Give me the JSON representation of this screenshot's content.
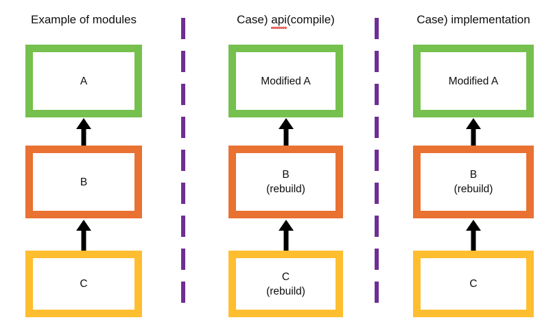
{
  "diagram": {
    "title_font_color": "#0d0d0d",
    "background": "#ffffff",
    "palette": {
      "green": "#76c04e",
      "orange": "#e97132",
      "amber": "#ffbe30",
      "divider_purple": "#6f2f92",
      "arrow_black": "#000000",
      "spellcheck_red": "#e03a2f"
    },
    "columns": [
      {
        "id": "example-of-modules",
        "title": "Example of modules",
        "title_has_spellcheck": false,
        "nodes": [
          {
            "id": "a",
            "label": "A",
            "color_name": "green",
            "color": "#76c04e"
          },
          {
            "id": "b",
            "label": "B",
            "color_name": "orange",
            "color": "#e97132"
          },
          {
            "id": "c",
            "label": "C",
            "color_name": "amber",
            "color": "#ffbe30"
          }
        ],
        "arrows": [
          {
            "id": "c-to-b",
            "from": "C",
            "to": "B",
            "direction": "up"
          },
          {
            "id": "b-to-a",
            "from": "B",
            "to": "A",
            "direction": "up"
          }
        ]
      },
      {
        "id": "case-api-compile",
        "title": "Case) api(compile)",
        "title_prefix": "Case) ",
        "title_misspelled_word": "api",
        "title_suffix": "(compile)",
        "title_has_spellcheck": true,
        "nodes": [
          {
            "id": "a",
            "label": "Modified A",
            "color_name": "green",
            "color": "#76c04e"
          },
          {
            "id": "b",
            "label": "B\n(rebuild)",
            "color_name": "orange",
            "color": "#e97132"
          },
          {
            "id": "c",
            "label": "C\n(rebuild)",
            "color_name": "amber",
            "color": "#ffbe30"
          }
        ],
        "arrows": [
          {
            "id": "c-to-b",
            "from": "C",
            "to": "B",
            "direction": "up"
          },
          {
            "id": "b-to-a",
            "from": "B",
            "to": "A",
            "direction": "up"
          }
        ]
      },
      {
        "id": "case-implementation",
        "title": "Case) implementation",
        "title_has_spellcheck": false,
        "nodes": [
          {
            "id": "a",
            "label": "Modified A",
            "color_name": "green",
            "color": "#76c04e"
          },
          {
            "id": "b",
            "label": "B\n(rebuild)",
            "color_name": "orange",
            "color": "#e97132"
          },
          {
            "id": "c",
            "label": "C",
            "color_name": "amber",
            "color": "#ffbe30"
          }
        ],
        "arrows": [
          {
            "id": "c-to-b",
            "from": "C",
            "to": "B",
            "direction": "up"
          },
          {
            "id": "b-to-a",
            "from": "B",
            "to": "A",
            "direction": "up"
          }
        ]
      }
    ],
    "dividers": [
      {
        "id": "divider-1",
        "style": "dashed",
        "orientation": "vertical",
        "color": "#6f2f92"
      },
      {
        "id": "divider-2",
        "style": "dashed",
        "orientation": "vertical",
        "color": "#6f2f92"
      }
    ]
  }
}
